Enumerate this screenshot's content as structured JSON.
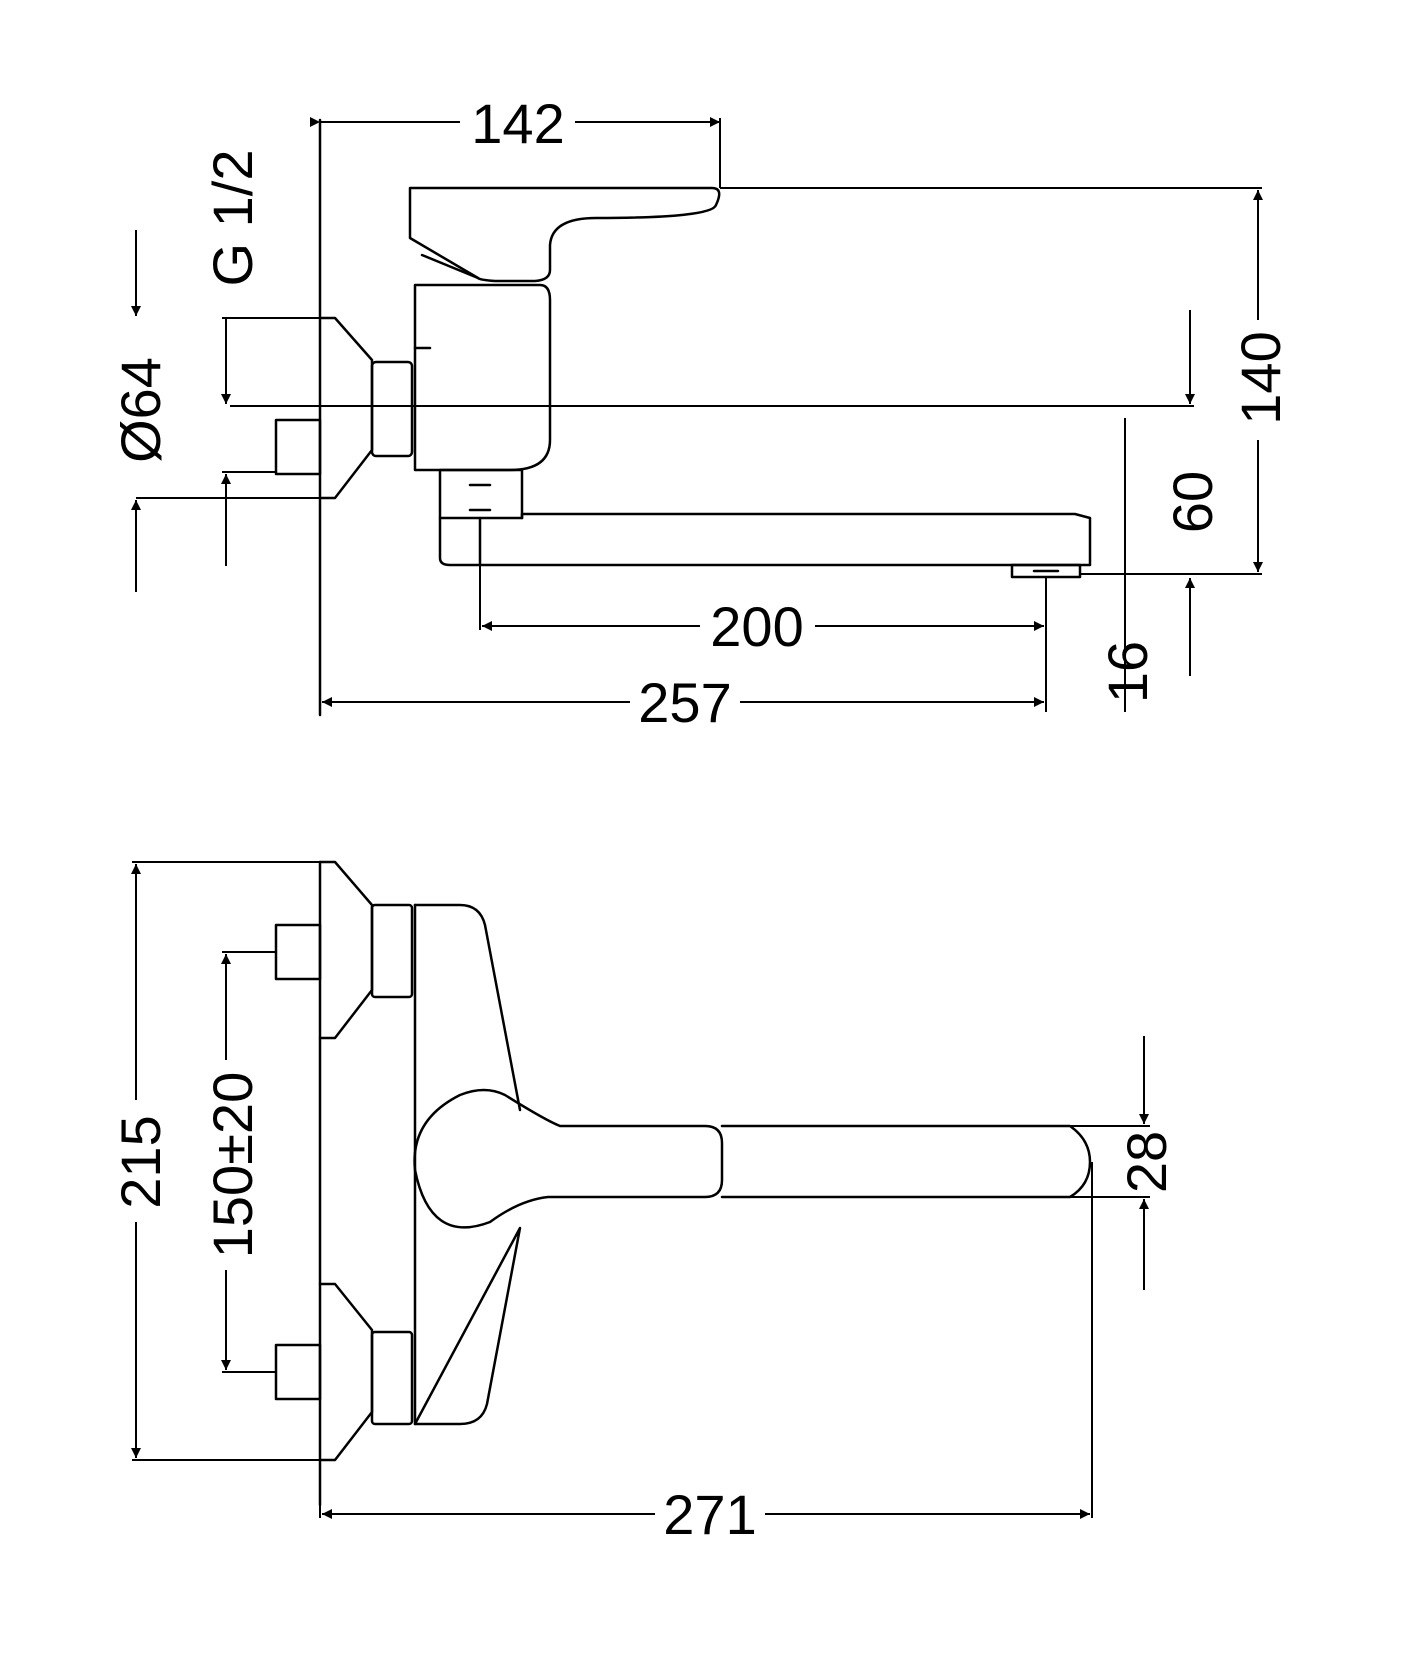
{
  "drawing": {
    "side_view": {
      "dim_142": "142",
      "dim_g12": "G 1/2",
      "dim_d64": "Ø64",
      "dim_140": "140",
      "dim_60": "60",
      "dim_200": "200",
      "dim_257": "257",
      "dim_16": "16"
    },
    "top_view": {
      "dim_215": "215",
      "dim_150": "150±20",
      "dim_28": "28",
      "dim_271": "271"
    }
  }
}
